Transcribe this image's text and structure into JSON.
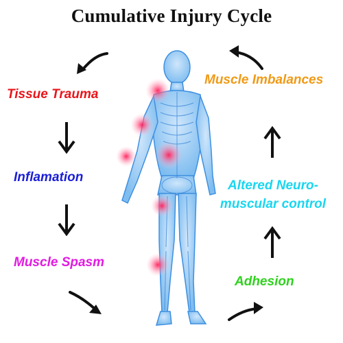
{
  "title": "Cumulative Injury Cycle",
  "stages": [
    {
      "label": "Tissue Trauma",
      "color": "#e8151b"
    },
    {
      "label": "Inflamation",
      "color": "#1a1ed6"
    },
    {
      "label": "Muscle Spasm",
      "color": "#e21ae2"
    },
    {
      "label": "Adhesion",
      "color": "#2fd11e"
    },
    {
      "label_line1": "Altered Neuro-",
      "label_line2": "muscular control",
      "color": "#19d6f0"
    },
    {
      "label": "Muscle Imbalances",
      "color": "#f09a16"
    }
  ],
  "figure": {
    "color": "#4aa3ea",
    "highlight_color": "#f0508a"
  }
}
